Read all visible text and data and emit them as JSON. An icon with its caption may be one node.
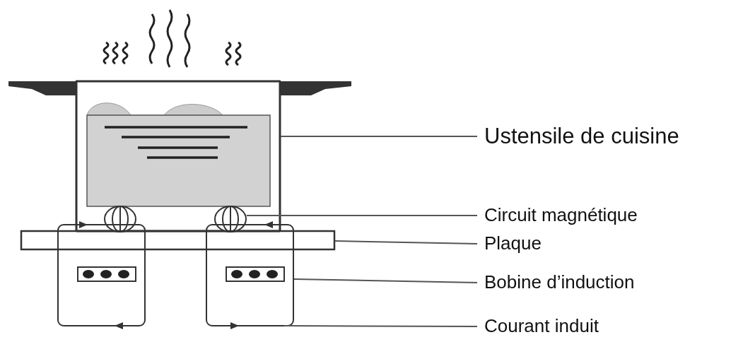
{
  "diagram": {
    "nodes": [
      {
        "text": [
          "Ustensile de cuisine"
        ]
      },
      {
        "text": [],
        "shape": "picture"
      },
      {
        "text": [
          "Circuit magnétique"
        ]
      },
      {
        "text": [],
        "shape": "circle",
        "in": 1
      },
      {
        "text": [
          "Plaque"
        ]
      },
      {
        "text": [],
        "shape": "bar"
      },
      {
        "text": [
          "Bobine d’induction"
        ]
      },
      {
        "text": [],
        "shape": "box"
      },
      {
        "text": [
          "Courant induit"
        ]
      },
      {
        "text": [],
        "shape": "circle",
        "in": 1
      },
      {
        "text": [],
        "shape": "box"
      }
    ],
    "edges": [
      {
        "from": 0,
        "to": 1,
        "arrow": "none"
      },
      {
        "from": 2,
        "to": 9,
        "arrow": "none"
      },
      {
        "from": 4,
        "to": 5,
        "arrow": "none"
      },
      {
        "from": 6,
        "to": 10,
        "arrow": "none"
      },
      {
        "from": 8,
        "to": 10,
        "arrow": "none"
      }
    ]
  }
}
